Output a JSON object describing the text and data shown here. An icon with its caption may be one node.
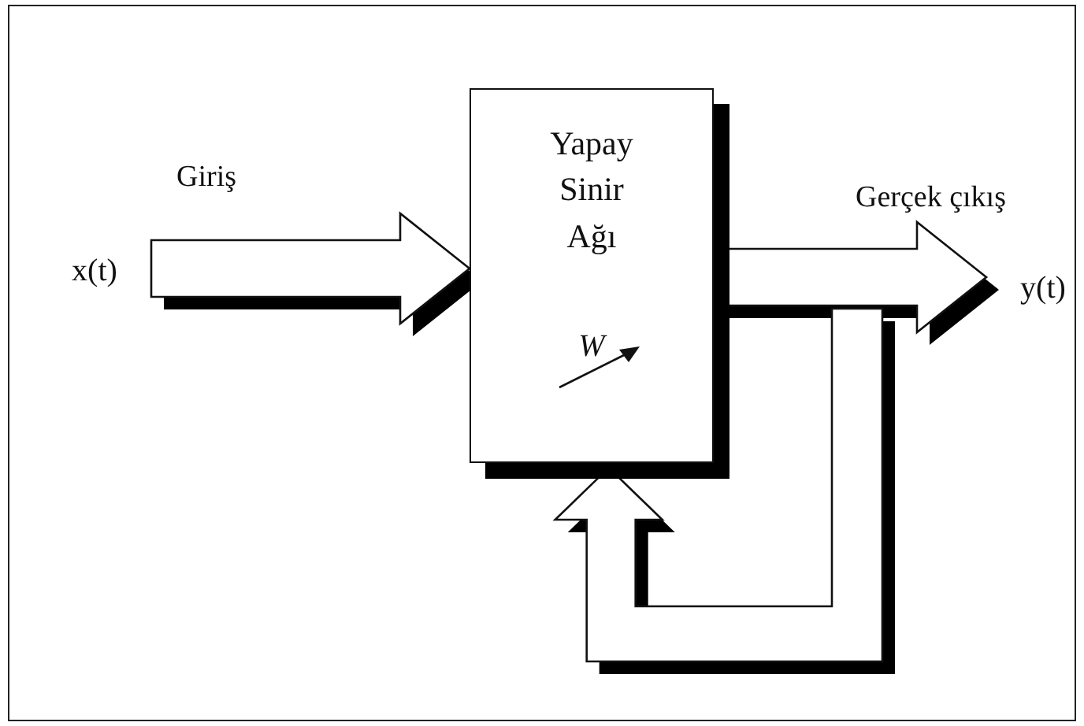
{
  "diagram": {
    "nodes": [
      {
        "text": [
          "x(t)"
        ]
      },
      {
        "text": [
          "Yapay Sinir Ağı",
          "W"
        ]
      },
      {
        "text": [
          "y(t)"
        ]
      }
    ],
    "edges": [
      {
        "from": 0,
        "to": 1,
        "arrow": "to",
        "label": "Giriş"
      },
      {
        "from": 1,
        "to": 2,
        "arrow": "to",
        "label": "Gerçek çıkış"
      },
      {
        "from": 1,
        "to": 1,
        "arrow": "to"
      }
    ]
  }
}
